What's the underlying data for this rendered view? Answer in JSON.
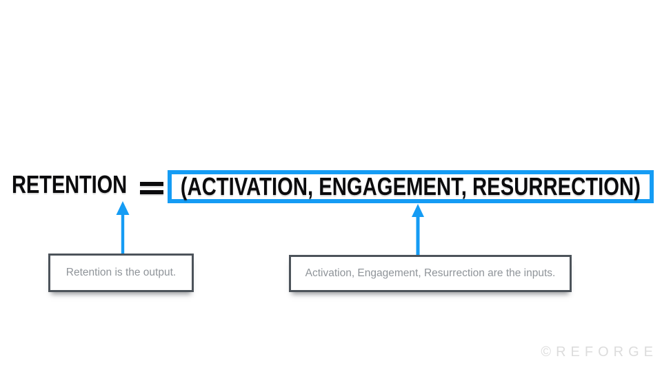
{
  "slide": {
    "formula": {
      "output": "RETENTION",
      "equals": "=",
      "inputs": "(ACTIVATION, ENGAGEMENT, RESURRECTION)"
    },
    "callouts": {
      "output_note": "Retention is the output.",
      "inputs_note": "Activation, Engagement, Resurrection are the inputs."
    },
    "watermark": "©REFORGE",
    "colors": {
      "accent_blue": "#159CF4",
      "callout_border_gray": "#4C535A",
      "callout_text_gray": "#8F9499",
      "headline_black": "#0B0B0D",
      "watermark_gray": "#DCDCDC",
      "background": "#FFFFFF"
    }
  }
}
